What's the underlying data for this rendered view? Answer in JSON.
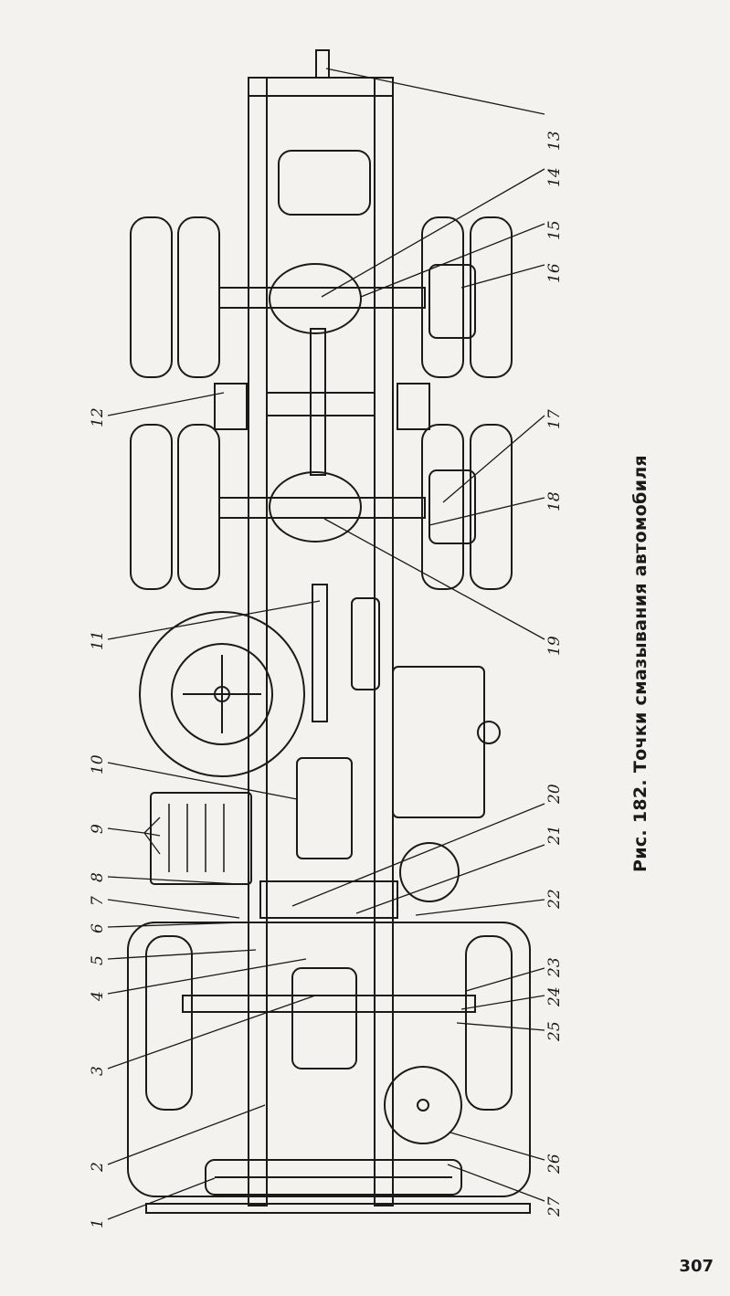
{
  "figure": {
    "caption": "Рис. 182. Точки смазывания автомобиля",
    "callouts": [
      "1",
      "2",
      "3",
      "4",
      "5",
      "6",
      "7",
      "8",
      "9",
      "10",
      "11",
      "12",
      "13",
      "14",
      "15",
      "16",
      "17",
      "18",
      "19",
      "20",
      "21",
      "22",
      "23",
      "24",
      "25",
      "26",
      "27"
    ]
  },
  "page": {
    "number": "307"
  },
  "colors": {
    "ink": "#1a1a1a",
    "paper": "#f4f2ee"
  }
}
